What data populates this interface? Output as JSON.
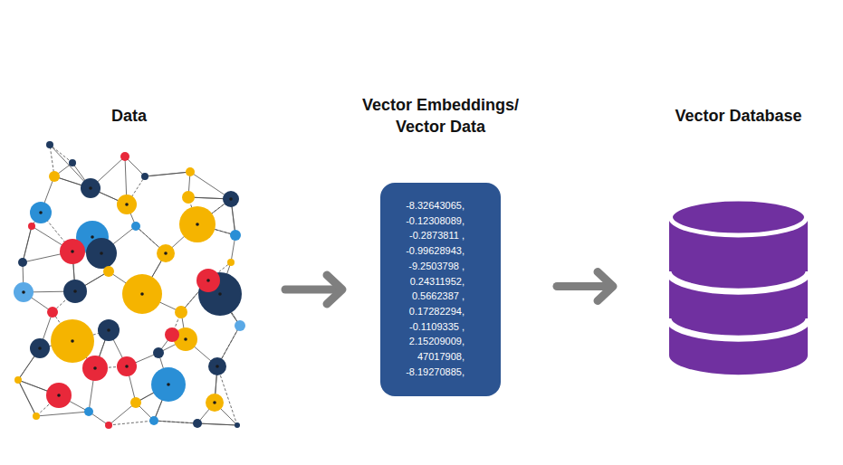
{
  "diagram": {
    "nodes": [
      {
        "text": [
          "Data"
        ]
      },
      {
        "text": [
          "Vector Embeddings/ Vector Data",
          "-8.32643065,",
          "-0.12308089,",
          "-0.2873811 ,",
          "-0.99628943,",
          "-9.2503798 ,",
          "0.24311952,",
          "0.5662387 ,",
          "0.17282294,",
          "-0.1109335 ,",
          "2.15209009,",
          "47017908,",
          "-8.19270885,"
        ]
      },
      {
        "text": [
          "Vector Database"
        ]
      }
    ],
    "edges": [
      {
        "from": 0,
        "to": 1,
        "arrow": "to"
      },
      {
        "from": 1,
        "to": 2,
        "arrow": "to"
      }
    ]
  }
}
